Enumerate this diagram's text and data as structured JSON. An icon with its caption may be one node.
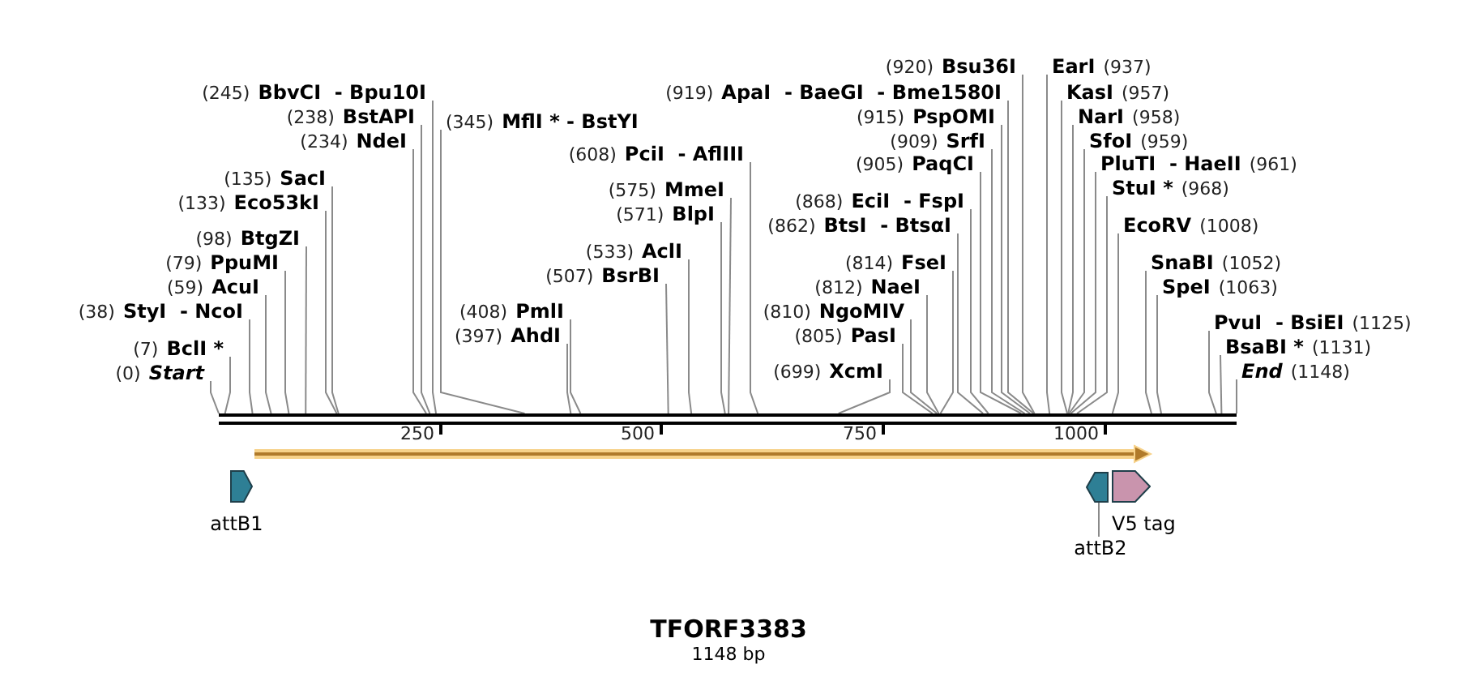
{
  "diagram": {
    "title": "TFORF3383",
    "caption": "1148 bp",
    "nodes": [
      {
        "text": [
          "(0)",
          "Start"
        ]
      },
      {
        "text": [
          "(7)",
          "BclI *"
        ]
      },
      {
        "text": [
          "(38)",
          "StyI  - NcoI"
        ]
      },
      {
        "text": [
          "(59)",
          "AcuI"
        ]
      },
      {
        "text": [
          "(79)",
          "PpuMI"
        ]
      },
      {
        "text": [
          "(98)",
          "BtgZI"
        ]
      },
      {
        "text": [
          "(133)",
          "Eco53kI"
        ]
      },
      {
        "text": [
          "(135)",
          "SacI"
        ]
      },
      {
        "text": [
          "(234)",
          "NdeI"
        ]
      },
      {
        "text": [
          "(238)",
          "BstAPI"
        ]
      },
      {
        "text": [
          "(245)",
          "BbvCI  - Bpu10I"
        ]
      },
      {
        "text": [
          "(345)",
          "MflI * - BstYI"
        ]
      },
      {
        "text": [
          "(397)",
          "AhdI"
        ]
      },
      {
        "text": [
          "(408)",
          "PmlI"
        ]
      },
      {
        "text": [
          "(507)",
          "BsrBI"
        ]
      },
      {
        "text": [
          "(533)",
          "AclI"
        ]
      },
      {
        "text": [
          "(571)",
          "BlpI"
        ]
      },
      {
        "text": [
          "(575)",
          "MmeI"
        ]
      },
      {
        "text": [
          "(608)",
          "PciI  - AflIII"
        ]
      },
      {
        "text": [
          "(699)",
          "XcmI"
        ]
      },
      {
        "text": [
          "(805)",
          "PasI"
        ]
      },
      {
        "text": [
          "(810)",
          "NgoMIV"
        ]
      },
      {
        "text": [
          "(812)",
          "NaeI"
        ]
      },
      {
        "text": [
          "(814)",
          "FseI"
        ]
      },
      {
        "text": [
          "(862)",
          "BtsI  - BtsαI"
        ]
      },
      {
        "text": [
          "(868)",
          "EciI  - FspI"
        ]
      },
      {
        "text": [
          "(905)",
          "PaqCI"
        ]
      },
      {
        "text": [
          "(909)",
          "SrfI"
        ]
      },
      {
        "text": [
          "(915)",
          "PspOMI"
        ]
      },
      {
        "text": [
          "(919)",
          "ApaI  - BaeGI  - Bme1580I"
        ]
      },
      {
        "text": [
          "(920)",
          "Bsu36I"
        ]
      },
      {
        "text": [
          "EarI",
          "(937)"
        ]
      },
      {
        "text": [
          "KasI",
          "(957)"
        ]
      },
      {
        "text": [
          "NarI",
          "(958)"
        ]
      },
      {
        "text": [
          "SfoI",
          "(959)"
        ]
      },
      {
        "text": [
          "PluTI  - HaeII",
          "(961)"
        ]
      },
      {
        "text": [
          "StuI *",
          "(968)"
        ]
      },
      {
        "text": [
          "EcoRV",
          "(1008)"
        ]
      },
      {
        "text": [
          "SnaBI",
          "(1052)"
        ]
      },
      {
        "text": [
          "SpeI",
          "(1063)"
        ]
      },
      {
        "text": [
          "PvuI  - BsiEI",
          "(1125)"
        ]
      },
      {
        "text": [
          "BsaBI *",
          "(1131)"
        ]
      },
      {
        "text": [
          "End",
          "(1148)"
        ]
      },
      {
        "text": [],
        "shape": "bar"
      },
      {
        "text": [
          "attB1"
        ]
      },
      {
        "text": [],
        "shape": "pentagon"
      },
      {
        "text": [
          "V5 tag"
        ]
      },
      {
        "text": [
          "attB2"
        ]
      }
    ],
    "edges": [
      {
        "from": 0,
        "to": 43,
        "arrow": "none"
      },
      {
        "from": 1,
        "to": 43,
        "arrow": "none"
      },
      {
        "from": 2,
        "to": 43,
        "arrow": "none"
      },
      {
        "from": 3,
        "to": 43,
        "arrow": "none"
      },
      {
        "from": 4,
        "to": 43,
        "arrow": "none"
      },
      {
        "from": 5,
        "to": 43,
        "arrow": "none"
      },
      {
        "from": 6,
        "to": 43,
        "arrow": "none"
      },
      {
        "from": 7,
        "to": 43,
        "arrow": "none"
      },
      {
        "from": 8,
        "to": 43,
        "arrow": "none"
      },
      {
        "from": 9,
        "to": 43,
        "arrow": "none"
      },
      {
        "from": 10,
        "to": 43,
        "arrow": "none"
      },
      {
        "from": 11,
        "to": 43,
        "arrow": "none"
      },
      {
        "from": 12,
        "to": 43,
        "arrow": "none"
      },
      {
        "from": 13,
        "to": 43,
        "arrow": "none"
      },
      {
        "from": 14,
        "to": 43,
        "arrow": "none"
      },
      {
        "from": 15,
        "to": 43,
        "arrow": "none"
      },
      {
        "from": 16,
        "to": 43,
        "arrow": "none"
      },
      {
        "from": 17,
        "to": 43,
        "arrow": "none"
      },
      {
        "from": 18,
        "to": 43,
        "arrow": "none"
      },
      {
        "from": 19,
        "to": 43,
        "arrow": "none"
      },
      {
        "from": 20,
        "to": 43,
        "arrow": "none"
      },
      {
        "from": 21,
        "to": 43,
        "arrow": "none"
      },
      {
        "from": 22,
        "to": 43,
        "arrow": "none"
      },
      {
        "from": 23,
        "to": 43,
        "arrow": "none"
      },
      {
        "from": 24,
        "to": 43,
        "arrow": "none"
      },
      {
        "from": 25,
        "to": 43,
        "arrow": "none"
      },
      {
        "from": 26,
        "to": 43,
        "arrow": "none"
      },
      {
        "from": 27,
        "to": 43,
        "arrow": "none"
      },
      {
        "from": 28,
        "to": 43,
        "arrow": "none"
      },
      {
        "from": 29,
        "to": 43,
        "arrow": "none"
      },
      {
        "from": 30,
        "to": 43,
        "arrow": "none"
      },
      {
        "from": 31,
        "to": 43,
        "arrow": "none"
      },
      {
        "from": 32,
        "to": 43,
        "arrow": "none"
      },
      {
        "from": 33,
        "to": 43,
        "arrow": "none"
      },
      {
        "from": 34,
        "to": 43,
        "arrow": "none"
      },
      {
        "from": 35,
        "to": 43,
        "arrow": "none"
      },
      {
        "from": 36,
        "to": 43,
        "arrow": "none"
      },
      {
        "from": 37,
        "to": 43,
        "arrow": "none"
      },
      {
        "from": 38,
        "to": 43,
        "arrow": "none"
      },
      {
        "from": 39,
        "to": 43,
        "arrow": "none"
      },
      {
        "from": 40,
        "to": 43,
        "arrow": "none"
      },
      {
        "from": 41,
        "to": 43,
        "arrow": "none"
      },
      {
        "from": 42,
        "to": 43,
        "arrow": "none"
      },
      {
        "from": 47,
        "to": 45,
        "arrow": "none"
      }
    ],
    "labels": [
      "250",
      "500",
      "750",
      "1000"
    ]
  }
}
